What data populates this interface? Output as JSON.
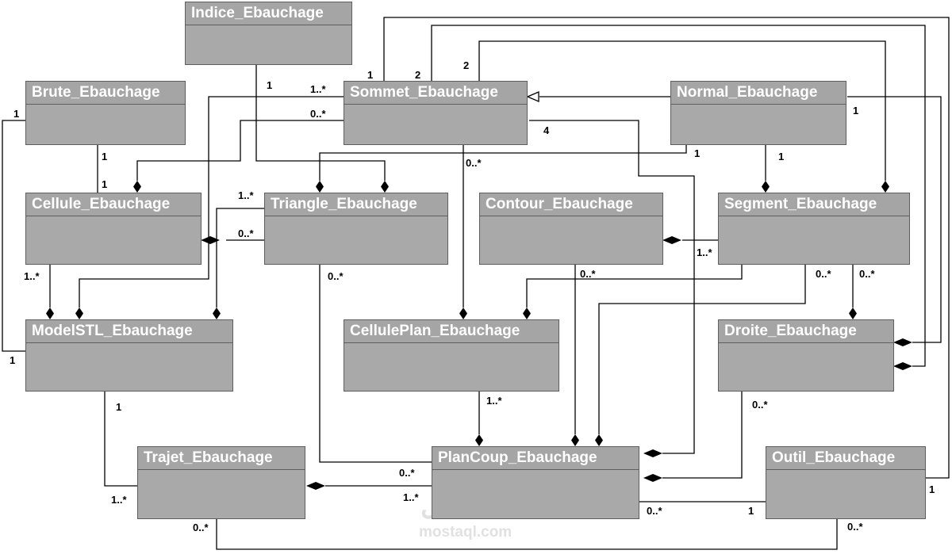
{
  "diagram": {
    "type": "UML class diagram",
    "classes": {
      "indice": "Indice_Ebauchage",
      "brute": "Brute_Ebauchage",
      "sommet": "Sommet_Ebauchage",
      "normal": "Normal_Ebauchage",
      "cellule": "Cellule_Ebauchage",
      "triangle": "Triangle_Ebauchage",
      "contour": "Contour_Ebauchage",
      "segment": "Segment_Ebauchage",
      "modelstl": "ModelSTL_Ebauchage",
      "celluleplan": "CellulePlan_Ebauchage",
      "droite": "Droite_Ebauchage",
      "trajet": "Trajet_Ebauchage",
      "plancoup": "PlanCoup_Ebauchage",
      "outil": "Outil_Ebauchage"
    },
    "multiplicities": {
      "indice_triangle_1": "1",
      "sommet_left_1n": "1..*",
      "sommet_left_0n": "0..*",
      "sommet_top_1": "1",
      "sommet_top_2a": "2",
      "sommet_top_2b": "2",
      "sommet_right_4": "4",
      "sommet_bottom_0n": "0..*",
      "normal_right_1": "1",
      "normal_bottom_left_1": "1",
      "normal_bottom_1": "1",
      "brute_left_1": "1",
      "brute_bottom_1": "1",
      "cellule_top_1": "1",
      "triangle_left_1n": "1..*",
      "triangle_left_0n": "0..*",
      "cellule_bottom_1n": "1..*",
      "triangle_bottom_0n": "0..*",
      "contour_bottom_0n": "0..*",
      "segment_left_1n": "1..*",
      "segment_bottom_0n_a": "0..*",
      "segment_bottom_0n_b": "0..*",
      "modelstl_left_1": "1",
      "modelstl_bottom_1": "1",
      "celluleplan_bottom_1n": "1..*",
      "droite_bottom_0n": "0..*",
      "trajet_left_1n": "1..*",
      "trajet_bottom_0n": "0..*",
      "plancoup_left_0n": "0..*",
      "plancoup_left_1n": "1..*",
      "plancoup_right_0n": "0..*",
      "outil_left_1": "1",
      "outil_right_1": "1",
      "outil_bottom_0n": "0..*"
    },
    "relationships": [
      {
        "from": "Normal_Ebauchage",
        "to": "Sommet_Ebauchage",
        "kind": "generalization"
      },
      {
        "whole": "Triangle_Ebauchage",
        "part": "Indice_Ebauchage",
        "kind": "composition"
      },
      {
        "whole": "Cellule_Ebauchage",
        "part": "Sommet_Ebauchage",
        "kind": "composition"
      },
      {
        "whole": "Triangle_Ebauchage",
        "part": "Normal_Ebauchage",
        "kind": "composition"
      },
      {
        "whole": "Cellule_Ebauchage",
        "part": "Triangle_Ebauchage",
        "kind": "composition"
      },
      {
        "whole": "ModelSTL_Ebauchage",
        "part": "Cellule_Ebauchage",
        "kind": "composition"
      },
      {
        "whole": "ModelSTL_Ebauchage",
        "part": "Sommet_Ebauchage",
        "kind": "composition"
      },
      {
        "whole": "ModelSTL_Ebauchage",
        "part": "Triangle_Ebauchage",
        "kind": "composition"
      },
      {
        "whole": "Segment_Ebauchage",
        "part": "Normal_Ebauchage",
        "kind": "composition"
      },
      {
        "whole": "Segment_Ebauchage",
        "part": "Sommet_Ebauchage",
        "kind": "composition"
      },
      {
        "whole": "Contour_Ebauchage",
        "part": "Segment_Ebauchage",
        "kind": "composition"
      },
      {
        "whole": "CellulePlan_Ebauchage",
        "part": "Sommet_Ebauchage",
        "kind": "composition"
      },
      {
        "whole": "CellulePlan_Ebauchage",
        "part": "Segment_Ebauchage",
        "kind": "composition"
      },
      {
        "whole": "Droite_Ebauchage",
        "part": "Segment_Ebauchage",
        "kind": "composition"
      },
      {
        "whole": "Droite_Ebauchage",
        "part": "Sommet_Ebauchage",
        "kind": "composition"
      },
      {
        "whole": "Droite_Ebauchage",
        "part": "Normal_Ebauchage",
        "kind": "composition"
      },
      {
        "whole": "PlanCoup_Ebauchage",
        "part": "CellulePlan_Ebauchage",
        "kind": "composition"
      },
      {
        "whole": "PlanCoup_Ebauchage",
        "part": "Contour_Ebauchage",
        "kind": "composition"
      },
      {
        "whole": "PlanCoup_Ebauchage",
        "part": "Segment_Ebauchage",
        "kind": "composition"
      },
      {
        "whole": "PlanCoup_Ebauchage",
        "part": "Sommet_Ebauchage",
        "kind": "composition"
      },
      {
        "whole": "PlanCoup_Ebauchage",
        "part": "Droite_Ebauchage",
        "kind": "composition"
      },
      {
        "whole": "Trajet_Ebauchage",
        "part": "PlanCoup_Ebauchage",
        "kind": "composition"
      },
      {
        "from": "ModelSTL_Ebauchage",
        "to": "Brute_Ebauchage",
        "kind": "association"
      },
      {
        "from": "Brute_Ebauchage",
        "to": "Cellule_Ebauchage",
        "kind": "association"
      },
      {
        "from": "ModelSTL_Ebauchage",
        "to": "Trajet_Ebauchage",
        "kind": "association"
      },
      {
        "from": "Triangle_Ebauchage",
        "to": "PlanCoup_Ebauchage",
        "kind": "association"
      },
      {
        "from": "PlanCoup_Ebauchage",
        "to": "Outil_Ebauchage",
        "kind": "association"
      },
      {
        "from": "Trajet_Ebauchage",
        "to": "Outil_Ebauchage",
        "kind": "association"
      },
      {
        "from": "Sommet_Ebauchage",
        "to": "Outil_Ebauchage",
        "kind": "association"
      }
    ]
  },
  "watermark": {
    "logo": "مستقل",
    "text": "mostaql.com"
  }
}
